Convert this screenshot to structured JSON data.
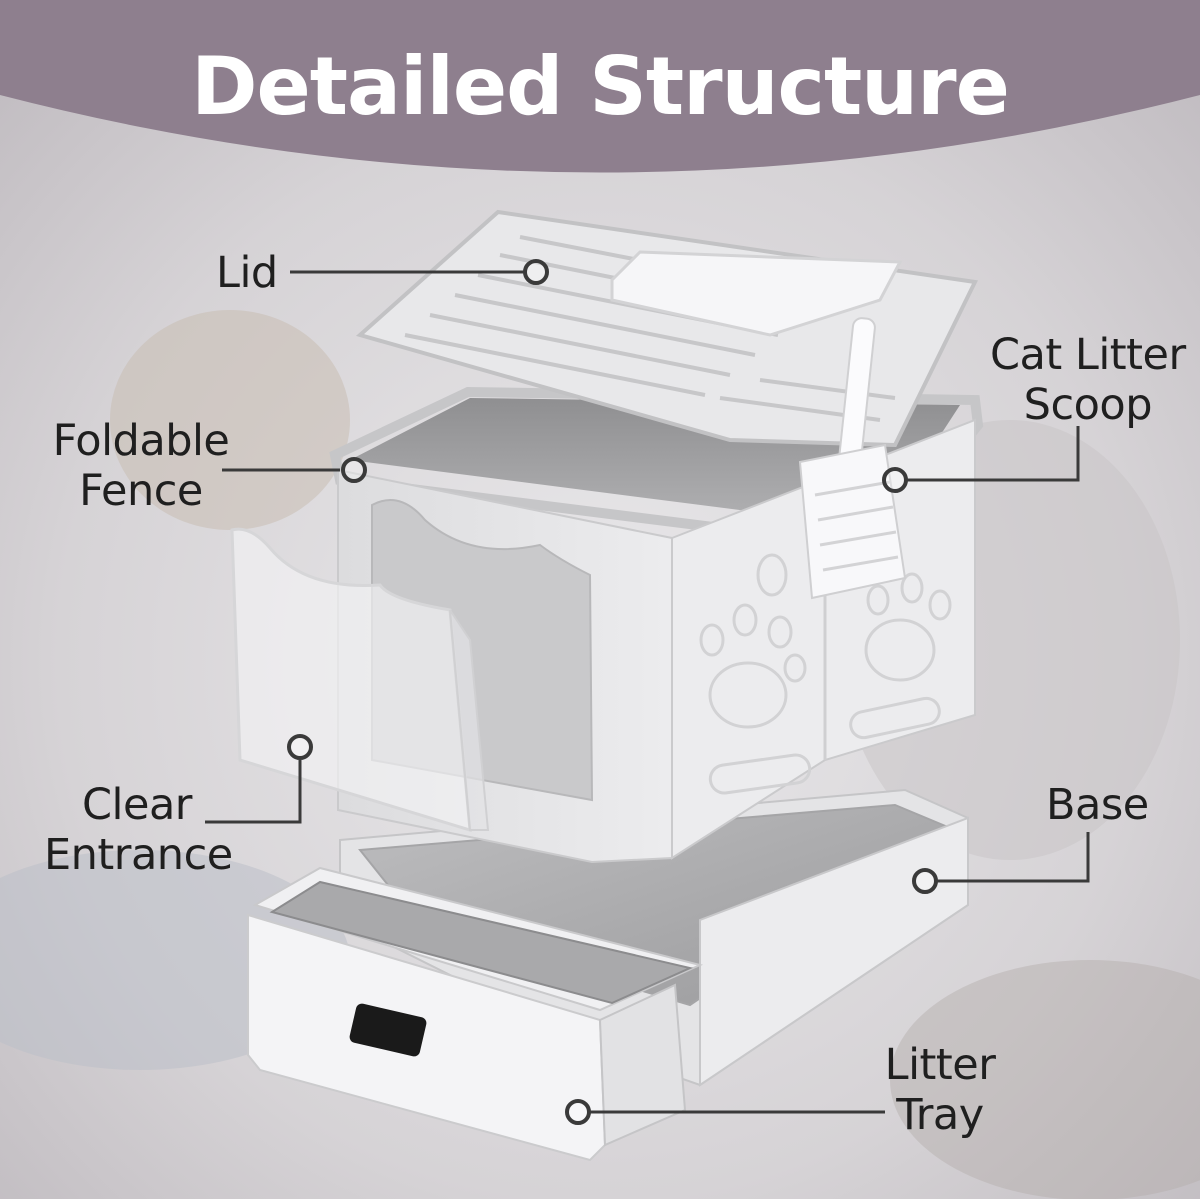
{
  "title": "Detailed Structure",
  "labels": {
    "lid": "Lid",
    "scoop": [
      "Cat Litter",
      "Scoop"
    ],
    "fence": [
      "Foldable",
      "Fence"
    ],
    "entrance": [
      "Clear",
      "Entrance"
    ],
    "base": "Base",
    "tray": [
      "Litter",
      "Tray"
    ]
  },
  "colors": {
    "banner": "#8e7f8e",
    "label_text": "#1f1f1f",
    "leader_line": "#3a3a3a",
    "product_body": "#e6e6e8"
  }
}
